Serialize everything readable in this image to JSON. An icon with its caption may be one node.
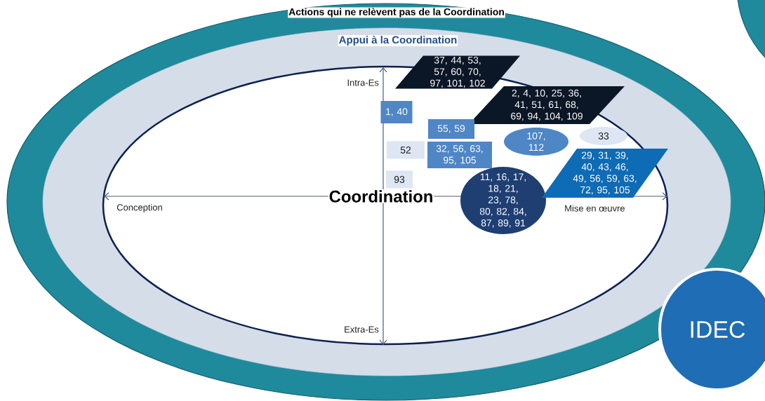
{
  "diagram": {
    "nodes": [
      {
        "text": [
          "Actions qui ne relèvent pas de la Coordination"
        ]
      },
      {
        "text": [
          "Appui à la Coordination"
        ],
        "in": 0
      },
      {
        "text": [
          "Coordination"
        ],
        "in": 1
      },
      {
        "text": [
          "37, 44, 53, 57, 60, 70, 97, 101, 102"
        ],
        "in": 1
      },
      {
        "text": [
          "1, 40"
        ],
        "in": 2
      },
      {
        "text": [
          "2, 4, 10, 25, 36, 41, 51, 61, 68, 69, 94, 104, 109"
        ],
        "in": 2
      },
      {
        "text": [
          "55, 59"
        ],
        "in": 2
      },
      {
        "text": [
          "107, 112"
        ],
        "in": 2
      },
      {
        "text": [
          "33"
        ],
        "in": 2
      },
      {
        "text": [
          "52"
        ],
        "in": 2
      },
      {
        "text": [
          "32, 56, 63, 95, 105"
        ],
        "in": 2
      },
      {
        "text": [
          "93"
        ],
        "in": 2
      },
      {
        "text": [
          "11, 16, 17, 18, 21, 23, 78, 80, 82, 84, 87, 89, 91"
        ],
        "in": 2
      },
      {
        "text": [
          "29, 31, 39, 40, 43, 46, 49, 56, 59, 63, 72, 95, 105"
        ],
        "in": 2
      },
      {
        "text": [
          "IDEC"
        ]
      },
      {
        "text": [],
        "shape": "circle"
      }
    ],
    "labels": [
      "Intra-Es",
      "Conception",
      "Mise en œuvre",
      "Extra-Es"
    ]
  }
}
